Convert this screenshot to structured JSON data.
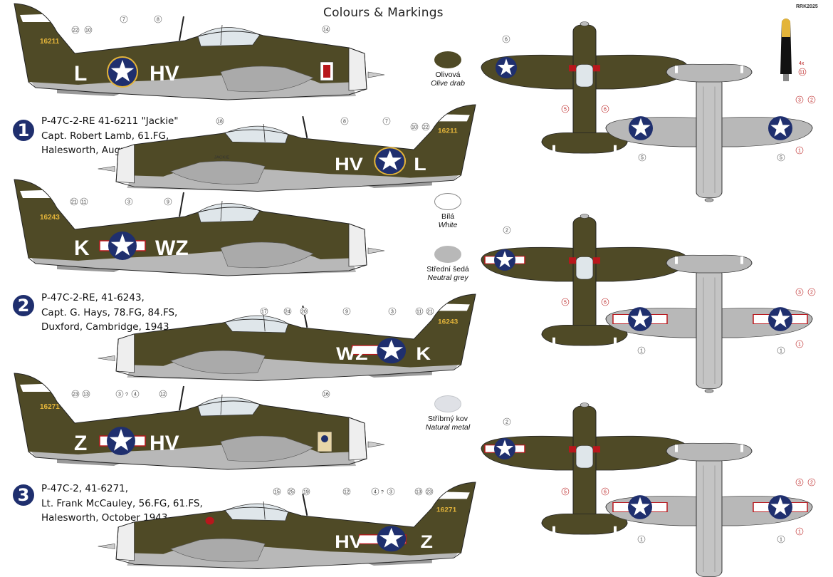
{
  "title": "Colours & Markings",
  "corner_code": "RRK2025",
  "colors": {
    "olive_drab": "#4f4a26",
    "white": "#ffffff",
    "neutral_grey": "#b8b8b8",
    "natural_metal": "#dfe1e6",
    "insignia_blue": "#1f2f6e",
    "insignia_red": "#b8171c",
    "badge": "#1f2f6e",
    "tail_yellow": "#e3b43a"
  },
  "swatches": [
    {
      "cz": "Olivová",
      "en": "Olive drab",
      "color": "#4f4a26"
    },
    {
      "cz": "Bílá",
      "en": "White",
      "color": "#ffffff"
    },
    {
      "cz": "Střední šedá",
      "en": "Neutral grey",
      "color": "#b8b8b8"
    },
    {
      "cz": "Stříbrný kov",
      "en": "Natural metal",
      "color": "#dfe1e6"
    }
  ],
  "schemes": [
    {
      "number": "1",
      "lines": [
        "P-47C-2-RE 41-6211 \"Jackie\"",
        "Capt. Robert Lamb, 61.FG,",
        "Halesworth, August 1943"
      ],
      "serial": "16211",
      "code_left": "L",
      "code_right": "HV",
      "nose_name": "JACKIE",
      "callouts_left": [
        "22",
        "10",
        "7",
        "8",
        "14"
      ],
      "callouts_right": [
        "18",
        "8",
        "7",
        "10",
        "22"
      ]
    },
    {
      "number": "2",
      "lines": [
        "P-47C-2-RE, 41-6243,",
        "Capt. G. Hays, 78.FG, 84.FS,",
        "Duxford, Cambridge, 1943"
      ],
      "serial": "16243",
      "code_left": "K",
      "code_right": "WZ",
      "callouts_left": [
        "21",
        "11",
        "3",
        "9"
      ],
      "callouts_right": [
        "17",
        "24",
        "20",
        "9",
        "3",
        "11",
        "21"
      ]
    },
    {
      "number": "3",
      "lines": [
        "P-47C-2, 41-6271,",
        "Lt. Frank McCauley, 56.FG, 61.FS,",
        "Halesworth, October 1943"
      ],
      "serial": "16271",
      "code_left": "Z",
      "code_right": "HV",
      "callouts_left": [
        "23",
        "13",
        "3",
        "?",
        "4",
        "12",
        "16"
      ],
      "callouts_right": [
        "15",
        "25",
        "19",
        "12",
        "4",
        "?",
        "3",
        "13",
        "23"
      ]
    }
  ],
  "plan_callouts": {
    "top_1": [
      "6",
      "5",
      "6"
    ],
    "bottom_1": [
      "3",
      "2",
      "1",
      "5",
      "5"
    ],
    "prop_note": "4x",
    "prop_num": "11",
    "top_2": [
      "2",
      "5",
      "6"
    ],
    "bottom_2": [
      "3",
      "2",
      "1",
      "1",
      "1"
    ],
    "top_3": [
      "2",
      "5",
      "6"
    ],
    "bottom_3": [
      "3",
      "2",
      "1",
      "1",
      "1"
    ]
  }
}
